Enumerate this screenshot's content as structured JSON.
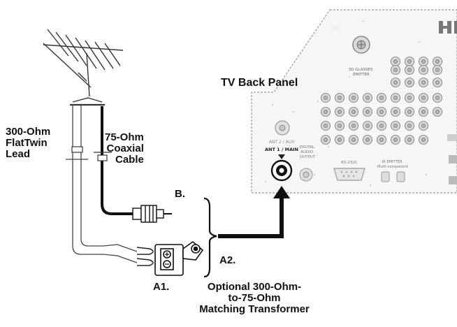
{
  "labels": {
    "tv_back_panel": "TV Back Panel",
    "flat_twin": [
      "300-Ohm",
      "FlatTwin",
      "Lead"
    ],
    "coax": [
      "75-Ohm",
      "Coaxial",
      "Cable"
    ],
    "b": "B.",
    "a1": "A1.",
    "a2": "A2.",
    "transformer": [
      "Optional 300-Ohm-",
      "to-75-Ohm",
      "Matching Transformer"
    ]
  },
  "panel": {
    "glasses_emitter": [
      "3D GLASSES",
      "EMITTER"
    ],
    "ant2_aux": "ANT 2 / AUX",
    "ant1_main": "ANT 1 / MAIN",
    "digital_audio": [
      "DIGITAL",
      "AUDIO",
      "OUTPUT"
    ],
    "rs232": "RS-232C",
    "ir_emitter": [
      "IR EMITTER",
      "Multi-component"
    ]
  },
  "colors": {
    "ink": "#111111",
    "panel_gray": "#d8d8d8"
  }
}
